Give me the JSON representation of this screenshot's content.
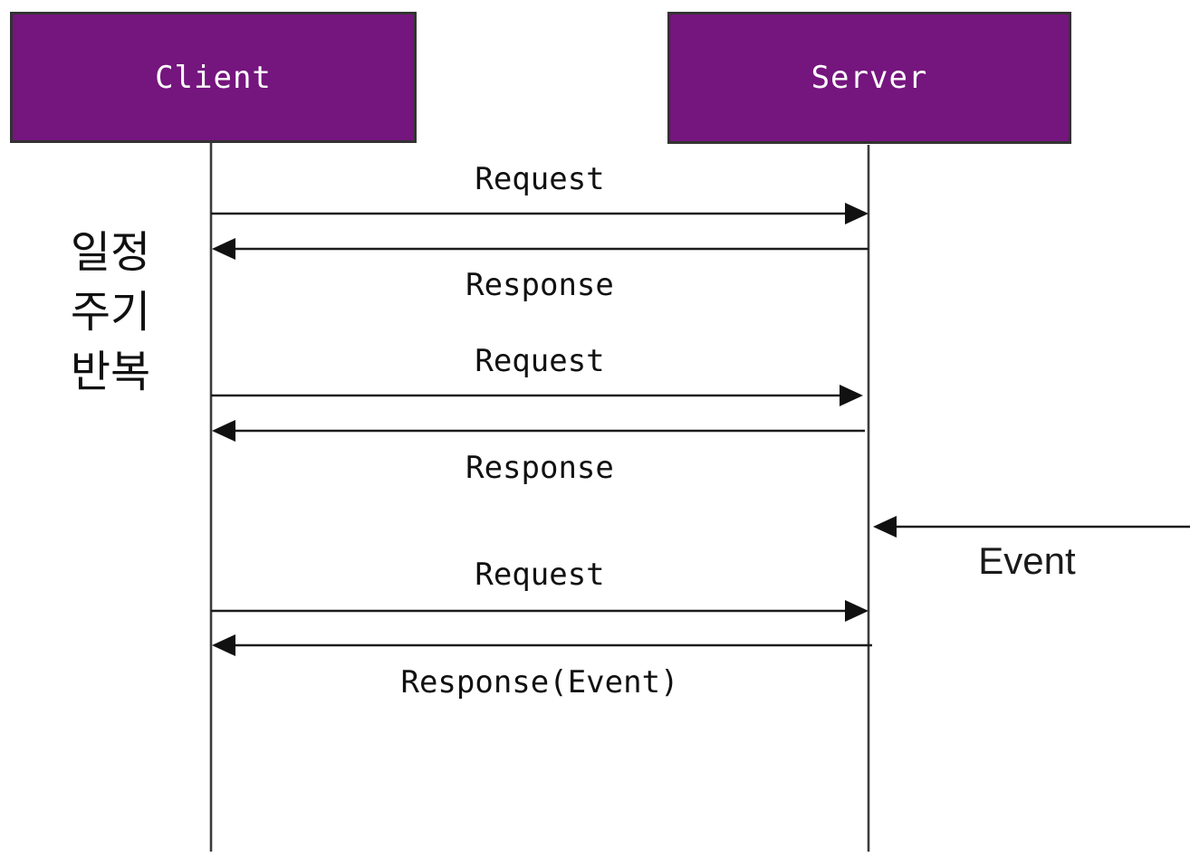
{
  "diagram": {
    "type": "sequence-diagram",
    "actors": [
      {
        "id": "client",
        "label": "Client"
      },
      {
        "id": "server",
        "label": "Server"
      }
    ],
    "annotation": {
      "lines": [
        "일정",
        "주기",
        "반복"
      ]
    },
    "messages": [
      {
        "label": "Request",
        "from": "client",
        "to": "server",
        "direction": "right"
      },
      {
        "label": "Response",
        "from": "server",
        "to": "client",
        "direction": "left"
      },
      {
        "label": "Request",
        "from": "client",
        "to": "server",
        "direction": "right"
      },
      {
        "label": "Response",
        "from": "server",
        "to": "client",
        "direction": "left"
      },
      {
        "label": "Event",
        "from": "external",
        "to": "server",
        "direction": "left"
      },
      {
        "label": "Request",
        "from": "client",
        "to": "server",
        "direction": "right"
      },
      {
        "label": "Response(Event)",
        "from": "server",
        "to": "client",
        "direction": "left"
      }
    ],
    "colors": {
      "actor_fill": "#75157E",
      "actor_border": "#333333",
      "actor_text": "#FFFFFF",
      "line": "#1C1C1C",
      "background": "#FFFFFF"
    }
  }
}
